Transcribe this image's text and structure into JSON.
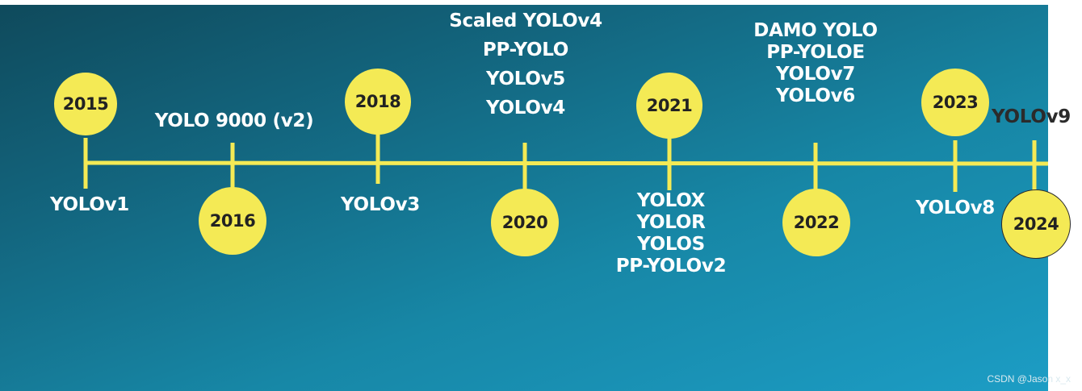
{
  "timeline": {
    "line_color": "#f4ea55",
    "circle_color": "#f4ea55",
    "text_color": "#ffffff",
    "events": [
      {
        "year": "2015",
        "models": [
          "YOLOv1"
        ]
      },
      {
        "year": "2016",
        "models": [
          "YOLO 9000 (v2)"
        ]
      },
      {
        "year": "2018",
        "models": [
          "YOLOv3"
        ]
      },
      {
        "year": "2020",
        "models": [
          "Scaled YOLOv4",
          "PP-YOLO",
          "YOLOv5",
          "YOLOv4"
        ]
      },
      {
        "year": "2021",
        "models": [
          "YOLOX",
          "YOLOR",
          "YOLOS",
          "PP-YOLOv2"
        ]
      },
      {
        "year": "2022",
        "models": [
          "DAMO YOLO",
          "PP-YOLOE",
          "YOLOv7",
          "YOLOv6"
        ]
      },
      {
        "year": "2023",
        "models": [
          "YOLOv8"
        ]
      },
      {
        "year": "2024",
        "models": [
          "YOLOv9"
        ]
      }
    ]
  },
  "watermark": "CSDN @Jason x_x"
}
